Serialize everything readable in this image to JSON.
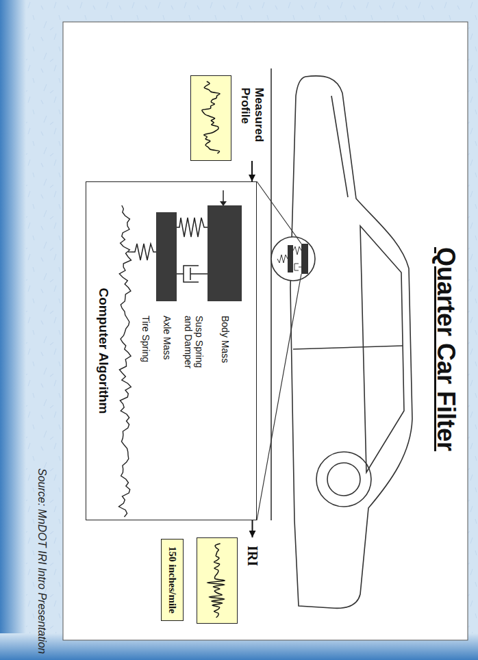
{
  "diagram": {
    "title": "Quarter Car Filter",
    "nodes": [
      {
        "text": [
          "Measured Profile"
        ]
      },
      {
        "text": [
          "Body Mass",
          "Susp Spring and Damper",
          "Axle Mass",
          "Tire Spring",
          "Computer Algorithm"
        ]
      },
      {
        "text": [
          "IRI"
        ]
      },
      {
        "text": [
          "150 inches/mile"
        ]
      }
    ],
    "edges": [
      {
        "from": 0,
        "to": 1,
        "arrow": "to"
      },
      {
        "from": 1,
        "to": 2,
        "arrow": "to"
      }
    ],
    "labels": [
      "Source: MnDOT IRI Intro Presentation"
    ]
  }
}
